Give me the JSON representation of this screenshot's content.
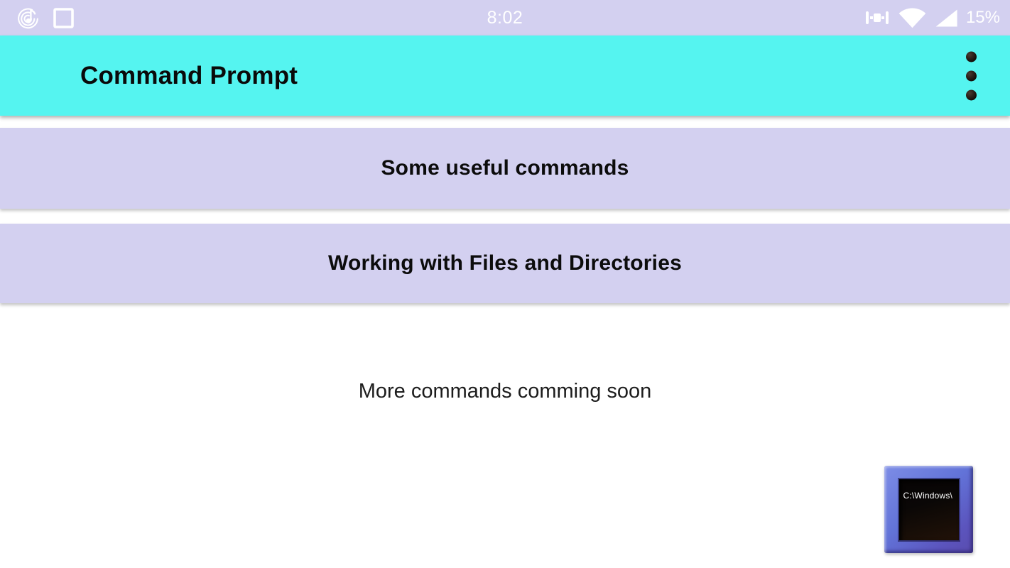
{
  "status_bar": {
    "time": "8:02",
    "battery_percent": "15%",
    "left_icons": [
      "music-notification-icon",
      "overlay-square-icon"
    ],
    "right_icons": [
      "vibrate-icon",
      "wifi-icon",
      "cell-signal-icon"
    ]
  },
  "app_bar": {
    "title": "Command Prompt",
    "overflow_menu": "overflow-menu"
  },
  "sections": [
    {
      "label": "Some useful commands"
    },
    {
      "label": "Working with Files and Directories"
    }
  ],
  "footer": {
    "note": "More commands comming soon"
  },
  "logo": {
    "screen_text": "C:\\Windows\\"
  },
  "colors": {
    "status_bar_bg": "#d3d0f0",
    "app_bar_bg": "#55f4f0",
    "card_bg": "#d3d0f0"
  }
}
